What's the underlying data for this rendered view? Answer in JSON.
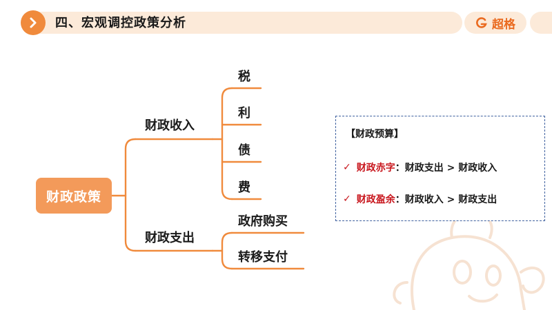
{
  "header": {
    "title": "四、宏观调控政策分析",
    "logo_text": "超格"
  },
  "tree": {
    "root": "财政政策",
    "branches": [
      {
        "label": "财政收入",
        "children": [
          "税",
          "利",
          "债",
          "费"
        ]
      },
      {
        "label": "财政支出",
        "children": [
          "政府购买",
          "转移支付"
        ]
      }
    ]
  },
  "budget": {
    "title": "【财政预算】",
    "items": [
      {
        "term": "财政赤字",
        "separator": "：",
        "definition": "财政支出 > 财政收入"
      },
      {
        "term": "财政盈余",
        "separator": "：",
        "definition": "财政收入 > 财政支出"
      }
    ]
  },
  "colors": {
    "accent": "#f08a3c",
    "header_bg": "#fcead9",
    "root_fill": "#f39a5a",
    "term_red": "#c8161d",
    "box_border": "#3d5f9e"
  }
}
